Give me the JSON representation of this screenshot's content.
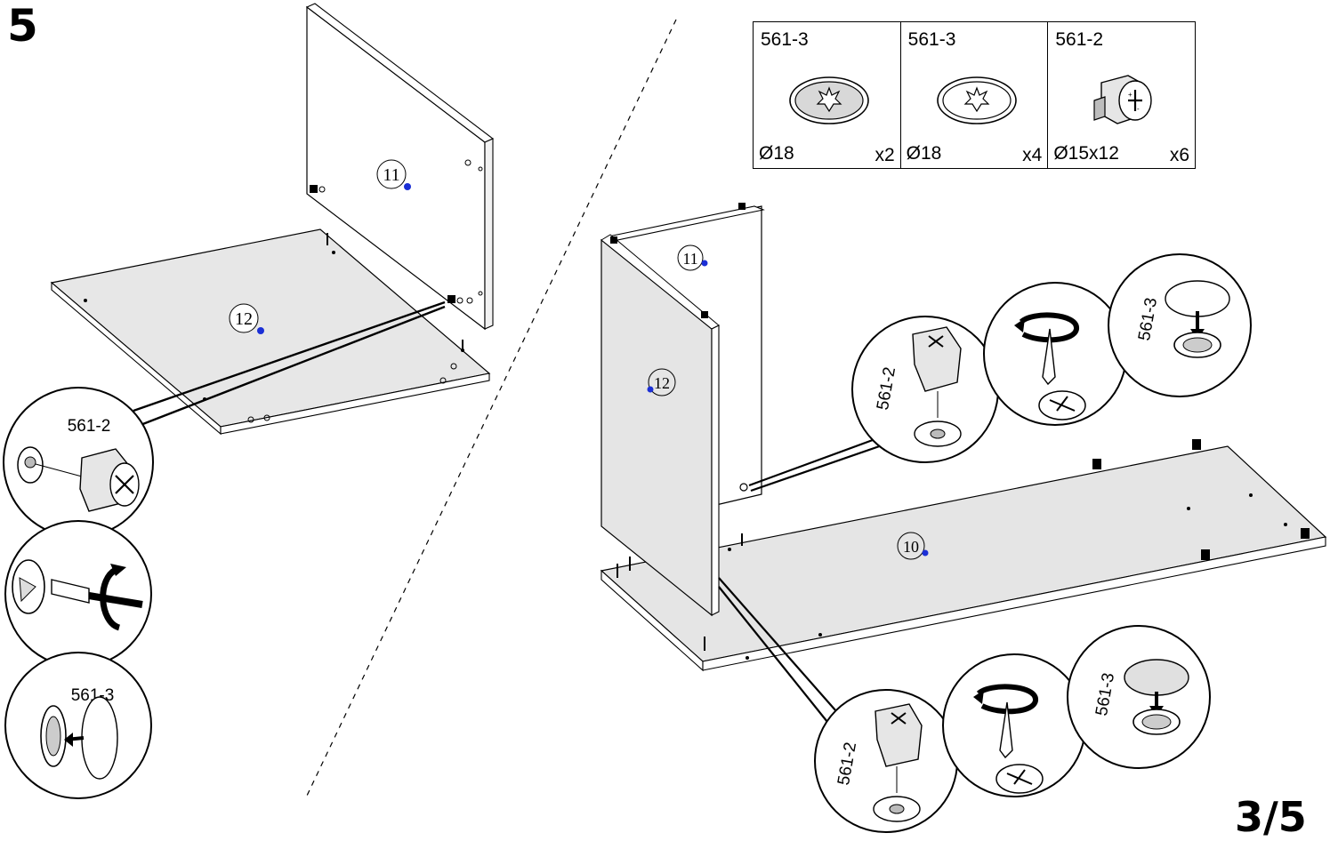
{
  "step_number": "5",
  "page_number": "3/5",
  "parts": [
    {
      "code": "561-3",
      "size": "Ø18",
      "qty": "x2",
      "icon": "cam-cover-cap-icon"
    },
    {
      "code": "561-3",
      "size": "Ø18",
      "qty": "x4",
      "icon": "cam-cover-cap-icon"
    },
    {
      "code": "561-2",
      "size": "Ø15x12",
      "qty": "x6",
      "icon": "cam-lock-icon"
    }
  ],
  "left_panels": {
    "upper": "11",
    "lower": "12"
  },
  "left_callouts": {
    "top": "561-2",
    "bottom": "561-3"
  },
  "right_panels": {
    "back": "11",
    "side": "12",
    "base": "10"
  },
  "right_callouts": {
    "cam_upper": "561-2",
    "cap_upper": "561-3",
    "cam_lower": "561-2",
    "cap_lower": "561-3"
  }
}
